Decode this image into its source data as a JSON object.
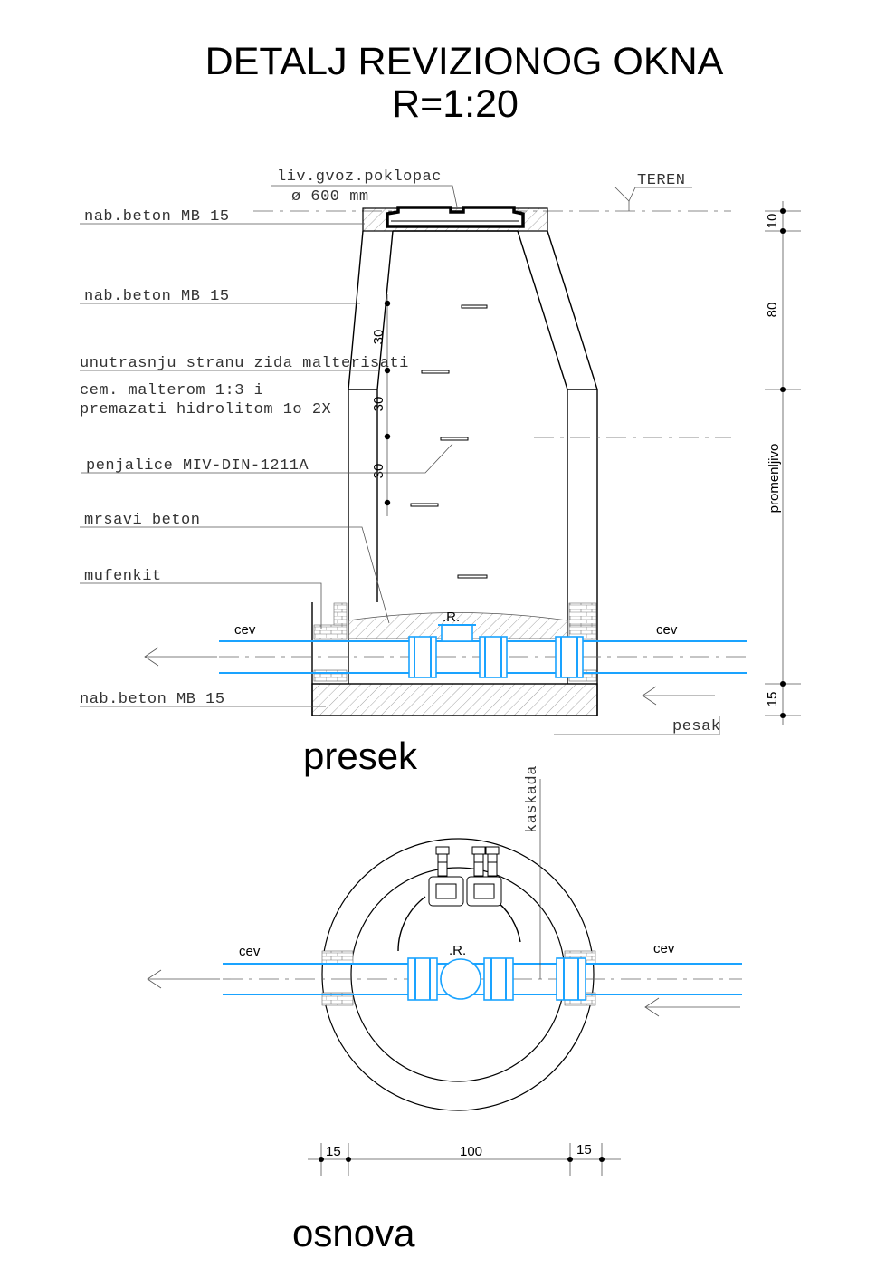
{
  "title": "DETALJ REVIZIONOG OKNA",
  "scale": "R=1:20",
  "section_label": "presek",
  "plan_label": "osnova",
  "labels": {
    "cover_line1": "liv.gvoz.poklopac",
    "cover_line2": "ø 600 mm",
    "teren": "TEREN",
    "beton_top": "nab.beton MB 15",
    "beton_wall": "nab.beton MB 15",
    "plaster_line1": "unutrasnju stranu zida malterisati",
    "plaster_line2": "cem. malterom 1:3 i",
    "plaster_line3": "premazati hidrolitom 1o 2X",
    "ladder": "penjalice MIV-DIN-1211A",
    "lean_concrete": "mrsavi beton",
    "mufenkit": "mufenkit",
    "beton_bottom": "nab.beton MB 15",
    "pesak": "pesak",
    "kaskada": "kaskada",
    "cev_left_section": "cev",
    "cev_right_section": "cev",
    "cev_left_plan": "cev",
    "cev_right_plan": "cev",
    "revision_section": ".R.",
    "revision_plan": ".R."
  },
  "dimensions": {
    "right": [
      "10",
      "80",
      "promenljivo",
      "15"
    ],
    "ladder": [
      "30",
      "30",
      "30"
    ],
    "plan": [
      "15",
      "100",
      "15"
    ]
  },
  "colors": {
    "pipe": "#1aa3ff",
    "lines": "#000000"
  }
}
